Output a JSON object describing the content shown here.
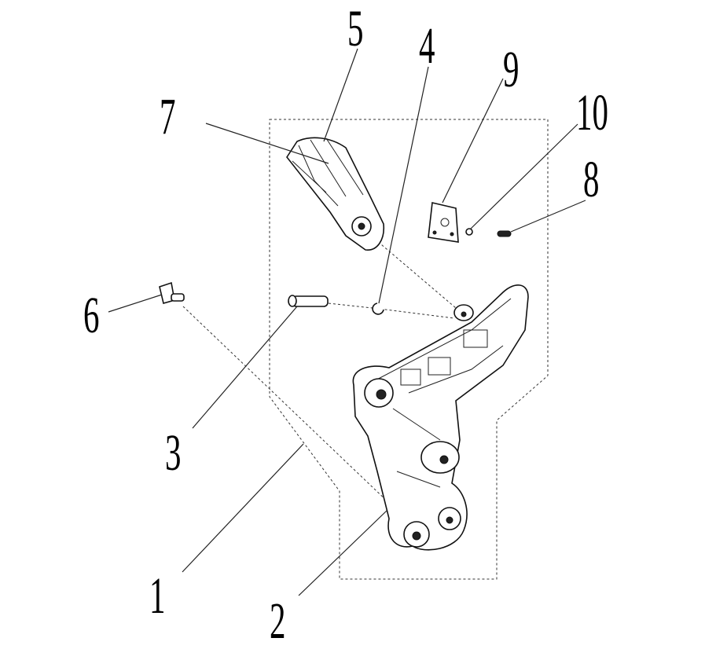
{
  "diagram": {
    "labels": {
      "p1": "1",
      "p2": "2",
      "p3": "3",
      "p4": "4",
      "p5": "5",
      "p6": "6",
      "p7": "7",
      "p8": "8",
      "p9": "9",
      "p10": "10"
    },
    "colors": {
      "line": "#000000",
      "background": "#ffffff"
    }
  }
}
